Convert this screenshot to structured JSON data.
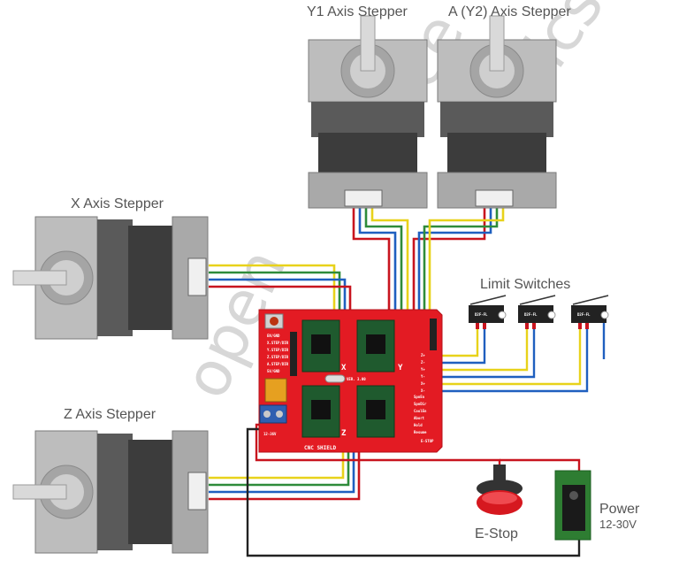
{
  "labels": {
    "y1_stepper": "Y1 Axis Stepper",
    "a_stepper": "A (Y2) Axis Stepper",
    "x_stepper": "X Axis Stepper",
    "z_stepper": "Z Axis Stepper",
    "limit_switches": "Limit Switches",
    "estop": "E-Stop",
    "power": "Power",
    "power_voltage": "12-30V"
  },
  "shield": {
    "title": "CNC SHIELD",
    "version": "VER. 3.00",
    "pin_labels": [
      "EN/GND",
      "X.STEP/DIR",
      "Y.STEP/DIR",
      "Z.STEP/DIR",
      "A.STEP/DIR",
      "5V/GND"
    ],
    "right_pins": [
      "SpnEn",
      "SpnDir",
      "CoolEn",
      "Abort",
      "Hold",
      "Resume"
    ],
    "limit_pins": [
      "Z+",
      "Z-",
      "Y+",
      "Y-",
      "X+",
      "X-"
    ],
    "axis_letters": [
      "X",
      "Y",
      "Z"
    ],
    "power_terminal": "12-36V",
    "bottom_right": "E-STOP"
  },
  "switch_labels": [
    "D2F-FL",
    "D2F-FL",
    "D2F-FL"
  ],
  "watermark": [
    "open",
    "source",
    "ronics"
  ],
  "colors": {
    "red_wire": "#c8141e",
    "blue_wire": "#1f5fbf",
    "green_wire": "#2e8b3a",
    "yellow_wire": "#e8d21a",
    "black_wire": "#222222",
    "shield_red": "#e31b23",
    "motor_gray": "#9a9a9a",
    "motor_dark": "#3c3c3c",
    "driver_green": "#1f5a2e",
    "label_gray": "#555555"
  }
}
